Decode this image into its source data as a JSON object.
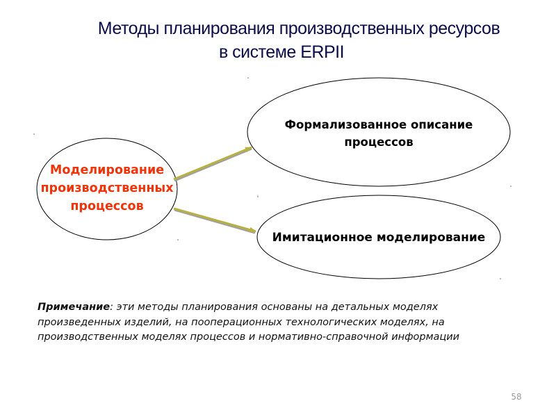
{
  "title": {
    "line1": "Методы планирования производственных ресурсов",
    "line2": "в системе ERPII"
  },
  "diagram": {
    "source_node": {
      "lines": [
        "Моделирование",
        "производственных",
        "процессов"
      ],
      "color": "#f0340a"
    },
    "target_nodes": [
      {
        "lines": [
          "Формализованное описание",
          "процессов"
        ]
      },
      {
        "lines": [
          "Имитационное моделирование"
        ]
      }
    ],
    "arrow_color": "#b8b040"
  },
  "note": {
    "label": "Примечание",
    "text": ": эти методы планирования основаны на детальных моделях произведенных изделий, на пооперационных технологических моделях, на производственных моделях процессов  и нормативно-справочной информации"
  },
  "page_number": "58"
}
